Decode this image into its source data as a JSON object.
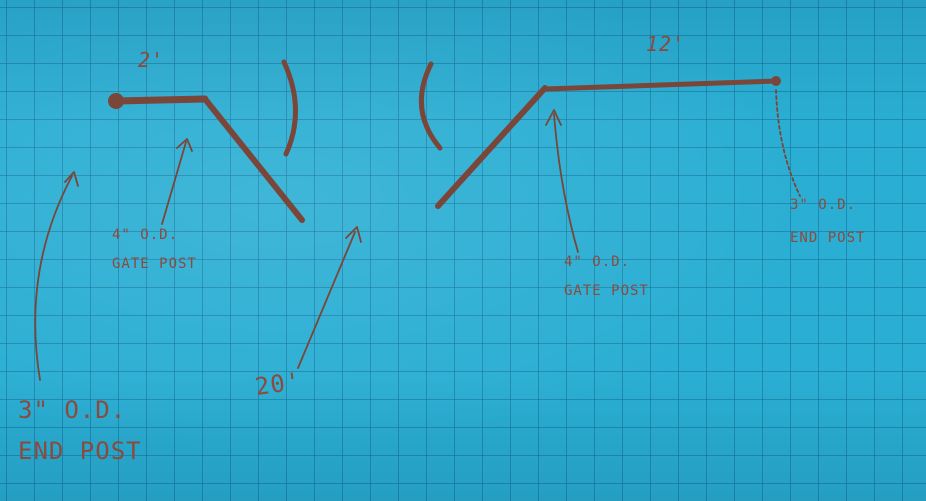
{
  "diagram": {
    "ink_color": "#7a4639",
    "paper_color": "#2aaed3",
    "grid_color": "#1e7fa5",
    "dimensions": {
      "left_segment": "2'",
      "right_segment": "12'",
      "gate_opening": "20'"
    },
    "labels": {
      "left_gate_post_line1": "4\" O.D.",
      "left_gate_post_line2": "GATE POST",
      "right_gate_post_line1": "4\" O.D.",
      "right_gate_post_line2": "GATE POST",
      "right_end_post_line1": "3\" O.D.",
      "right_end_post_line2": "END POST",
      "left_end_post_line1": "3\" O.D.",
      "left_end_post_line2": "END POST"
    }
  }
}
